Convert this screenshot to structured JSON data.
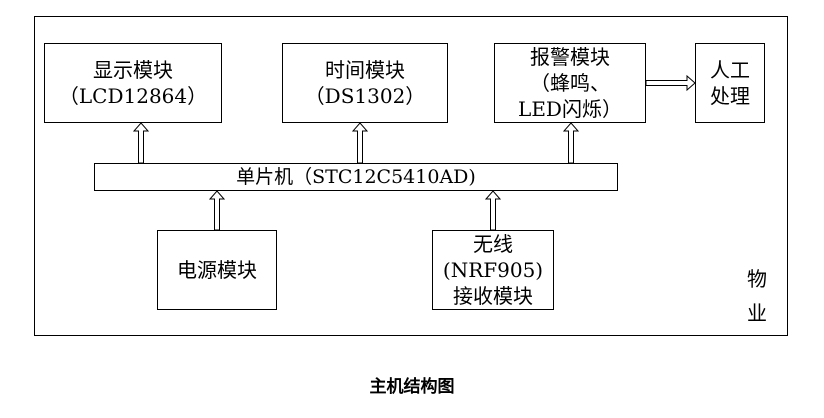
{
  "modules": {
    "display": {
      "lines": [
        "显示模块",
        "（LCD12864）"
      ]
    },
    "time": {
      "lines": [
        "时间模块",
        "（DS1302）"
      ]
    },
    "alarm": {
      "lines": [
        "报警模块",
        "（蜂鸣、",
        "LED闪烁）"
      ]
    },
    "manual": {
      "lines": [
        "人工",
        "处理"
      ]
    },
    "mcu": {
      "label": "单片机（STC12C5410AD)"
    },
    "power": {
      "lines": [
        "电源模块"
      ]
    },
    "wireless": {
      "lines": [
        "无线",
        "(NRF905)",
        "接收模块"
      ]
    }
  },
  "side_label": [
    "物",
    "业"
  ],
  "caption": "主机结构图"
}
